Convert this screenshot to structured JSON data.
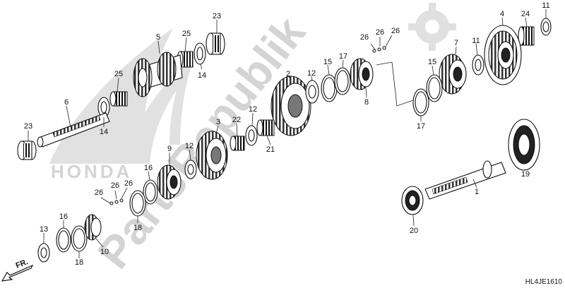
{
  "diagram": {
    "code": "HL4JE1610",
    "direction_label": "FR.",
    "watermark_text": "PartsRepublik",
    "brand_text": "HONDA",
    "callouts": [
      {
        "id": "c-23a",
        "text": "23"
      },
      {
        "id": "c-5",
        "text": "5"
      },
      {
        "id": "c-25a",
        "text": "25"
      },
      {
        "id": "c-14a",
        "text": "14"
      },
      {
        "id": "c-25b",
        "text": "25"
      },
      {
        "id": "c-6",
        "text": "6"
      },
      {
        "id": "c-14b",
        "text": "14"
      },
      {
        "id": "c-23b",
        "text": "23"
      },
      {
        "id": "c-2",
        "text": "2"
      },
      {
        "id": "c-12a",
        "text": "12"
      },
      {
        "id": "c-15a",
        "text": "15"
      },
      {
        "id": "c-17a",
        "text": "17"
      },
      {
        "id": "c-8",
        "text": "8"
      },
      {
        "id": "c-26a",
        "text": "26"
      },
      {
        "id": "c-26b",
        "text": "26"
      },
      {
        "id": "c-26c",
        "text": "26"
      },
      {
        "id": "c-4",
        "text": "4"
      },
      {
        "id": "c-24",
        "text": "24"
      },
      {
        "id": "c-11a",
        "text": "11"
      },
      {
        "id": "c-7",
        "text": "7"
      },
      {
        "id": "c-11b",
        "text": "11"
      },
      {
        "id": "c-15b",
        "text": "15"
      },
      {
        "id": "c-17b",
        "text": "17"
      },
      {
        "id": "c-3",
        "text": "3"
      },
      {
        "id": "c-22",
        "text": "22"
      },
      {
        "id": "c-12b",
        "text": "12"
      },
      {
        "id": "c-21",
        "text": "21"
      },
      {
        "id": "c-9",
        "text": "9"
      },
      {
        "id": "c-12c",
        "text": "12"
      },
      {
        "id": "c-16a",
        "text": "16"
      },
      {
        "id": "c-26d",
        "text": "26"
      },
      {
        "id": "c-26e",
        "text": "26"
      },
      {
        "id": "c-26f",
        "text": "26"
      },
      {
        "id": "c-18a",
        "text": "18"
      },
      {
        "id": "c-13",
        "text": "13"
      },
      {
        "id": "c-16b",
        "text": "16"
      },
      {
        "id": "c-10",
        "text": "10"
      },
      {
        "id": "c-18b",
        "text": "18"
      },
      {
        "id": "c-1",
        "text": "1"
      },
      {
        "id": "c-19",
        "text": "19"
      },
      {
        "id": "c-20",
        "text": "20"
      }
    ]
  }
}
